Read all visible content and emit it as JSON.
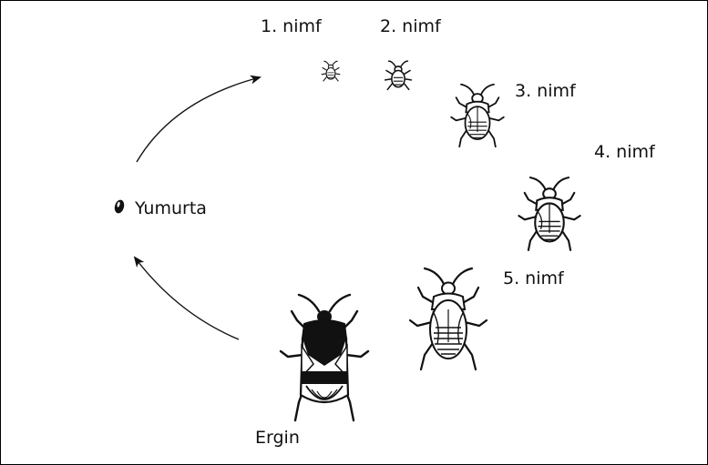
{
  "stages": {
    "egg": "Yumurta",
    "nymph1": "1. nimf",
    "nymph2": "2. nimf",
    "nymph3": "3. nimf",
    "nymph4": "4. nimf",
    "nymph5": "5. nimf",
    "adult": "Ergin"
  },
  "icons": {
    "egg": "egg-icon",
    "nymph": "bug-nymph-icon",
    "adult": "bug-adult-icon",
    "arrow": "arrow-icon"
  },
  "colors": {
    "ink": "#111111",
    "background": "#ffffff"
  }
}
